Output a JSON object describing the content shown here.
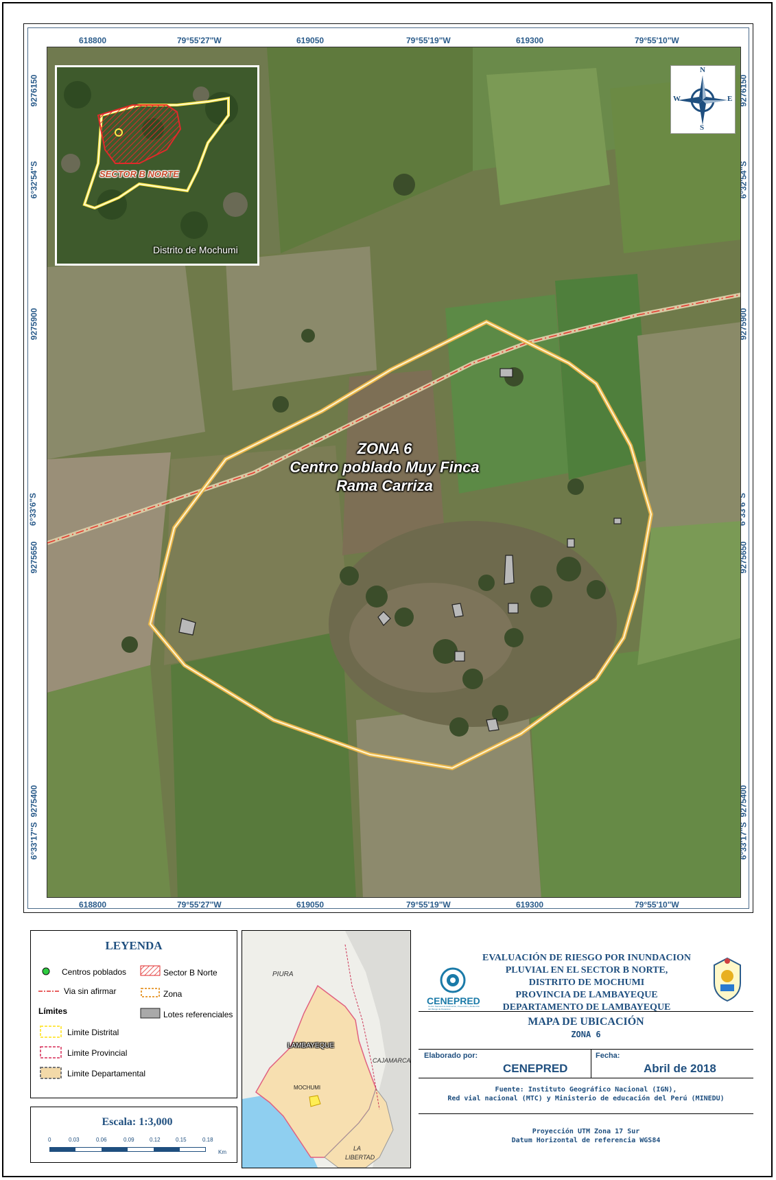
{
  "map": {
    "top_labels": [
      "618800",
      "79°55'27\"W",
      "619050",
      "79°55'19\"W",
      "619300",
      "79°55'10\"W"
    ],
    "bottom_labels": [
      "618800",
      "79°55'27\"W",
      "619050",
      "79°55'19\"W",
      "619300",
      "79°55'10\"W"
    ],
    "left_labels": [
      "9276150",
      "6°32'54\"S",
      "9275900",
      "6°33'6\"S",
      "9275650",
      "9275400",
      "6°33'17\"S"
    ],
    "right_labels": [
      "9276150",
      "6°32'54\"S",
      "9275900",
      "6°33'6\"S",
      "9275650",
      "9275400",
      "6°33'17\"S"
    ],
    "zone_title": [
      "ZONA  6",
      "Centro poblado Muy Finca",
      "Rama Carriza"
    ],
    "compass": {
      "n": "N",
      "s": "S",
      "e": "E",
      "w": "W"
    }
  },
  "inset": {
    "sector_label": "SECTOR B NORTE",
    "district_label": "Distrito de Mochumi"
  },
  "legend": {
    "title": "LEYENDA",
    "centros": "Centros poblados",
    "sector": "Sector B Norte",
    "via": "Via sin afirmar",
    "zona": "Zona",
    "limites": "Límites",
    "lotes": "Lotes referenciales",
    "distrital": "Limite Distrital",
    "provincial": "Limite Provincial",
    "departamental": "Limite Departamental"
  },
  "scale": {
    "label": "Escala:",
    "value": "1:3,000",
    "ticks": [
      "0",
      "0.03",
      "0.06",
      "0.09",
      "0.12",
      "0.15",
      "0.18"
    ],
    "unit": "Km"
  },
  "location_map": {
    "piura": "PIURA",
    "lambayeque": "LAMBAYEQUE",
    "cajamarca": "CAJAMARCA",
    "mochumi": "MOCHUMI",
    "la": "LA",
    "libertad": "LIBERTAD"
  },
  "title_block": {
    "org": "CENEPRED",
    "org_sub": "Centro Nacional de Estimación, Prevención y Reducción del Riesgo de Desastres",
    "lines": [
      "EVALUACIÓN DE RIESGO POR INUNDACION",
      "PLUVIAL EN EL SECTOR B NORTE,",
      "DISTRITO DE MOCHUMI",
      "PROVINCIA DE LAMBAYEQUE",
      "DEPARTAMENTO DE LAMBAYEQUE"
    ],
    "map_title": "MAPA DE UBICACIÓN",
    "map_subtitle": "ZONA 6",
    "elaborado_label": "Elaborado por:",
    "elaborado_value": "CENEPRED",
    "fecha_label": "Fecha:",
    "fecha_value": "Abril de 2018",
    "fuente_1": "Fuente: Instituto Geográfico Nacional (IGN),",
    "fuente_2": "Red vial nacional (MTC) y Ministerio de educación del Perú (MINEDU)",
    "proy_1": "Proyección UTM Zona 17 Sur",
    "proy_2": "Datum Horizontal de referencia WGS84"
  }
}
